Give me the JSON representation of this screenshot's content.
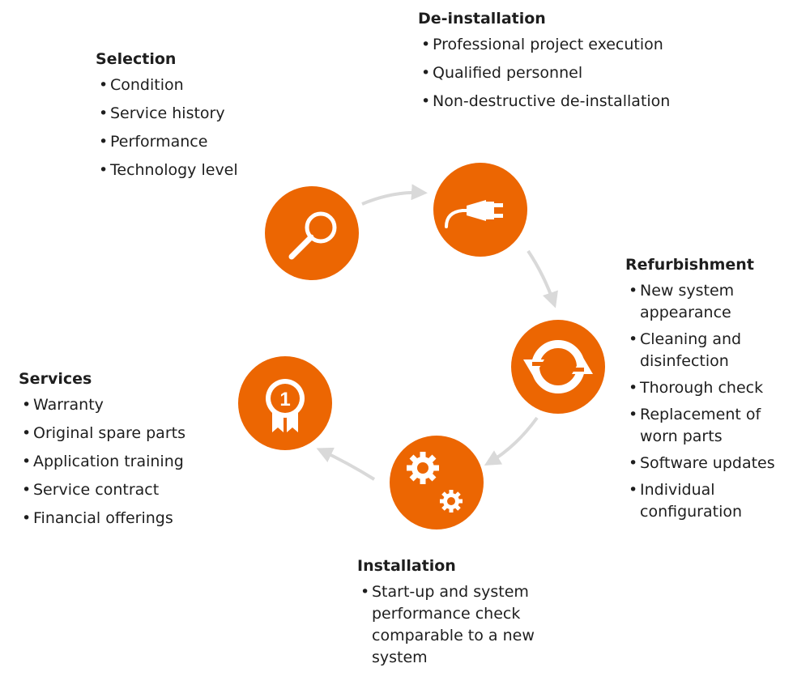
{
  "colors": {
    "accent": "#ec6602",
    "arrow": "#d9d9d9",
    "text": "#1e1e1e"
  },
  "nodes": [
    {
      "key": "selection",
      "icon": "magnifier-icon"
    },
    {
      "key": "deinstallation",
      "icon": "plug-icon"
    },
    {
      "key": "refurbishment",
      "icon": "refresh-icon"
    },
    {
      "key": "installation",
      "icon": "gears-icon"
    },
    {
      "key": "services",
      "icon": "award-ribbon-icon",
      "badge": "1"
    }
  ],
  "sections": {
    "selection": {
      "title": "Selection",
      "items": [
        "Condition",
        "Service history",
        "Performance",
        "Technology level"
      ]
    },
    "deinstallation": {
      "title": "De-installation",
      "items": [
        "Professional project execution",
        "Qualified personnel",
        "Non-destructive de-installation"
      ]
    },
    "refurbishment": {
      "title": "Refurbishment",
      "items": [
        "New system appearance",
        "Cleaning and disinfection",
        "Thorough check",
        "Replacement of worn parts",
        "Software updates",
        "Individual configuration"
      ]
    },
    "installation": {
      "title": "Installation",
      "items": [
        "Start-up and system performance check comparable to a new system"
      ]
    },
    "services": {
      "title": "Services",
      "items": [
        "Warranty",
        "Original spare parts",
        "Application training",
        "Service contract",
        "Financial offerings"
      ]
    }
  }
}
